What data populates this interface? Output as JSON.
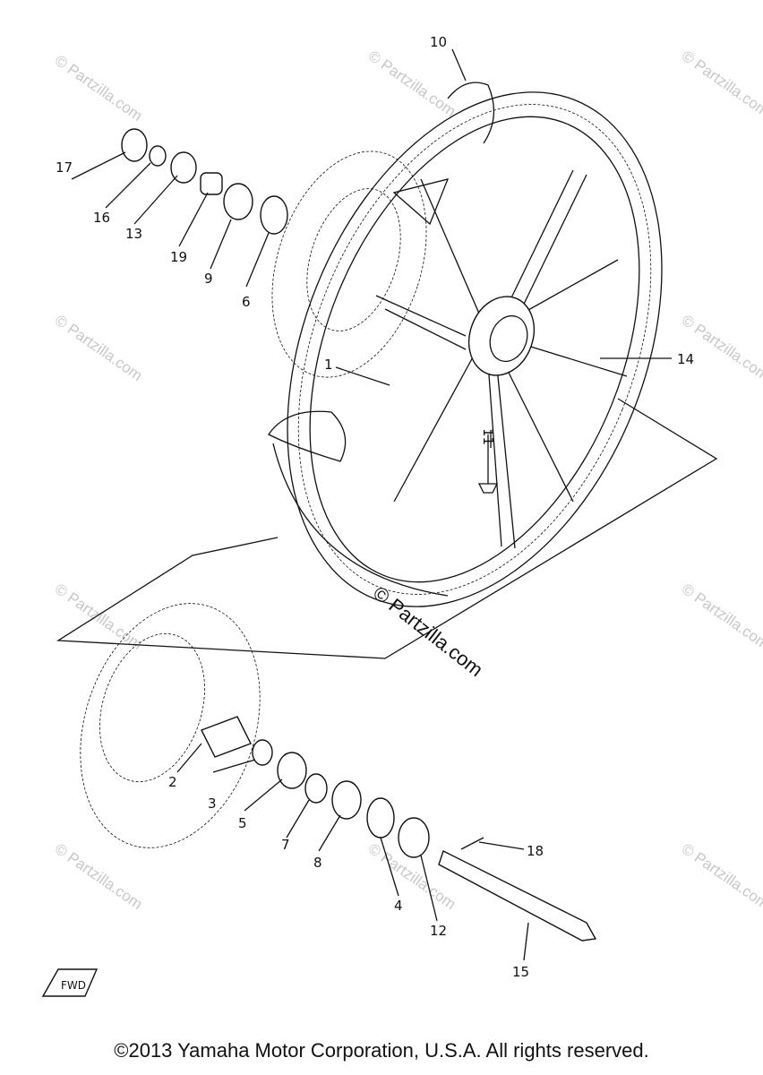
{
  "diagram": {
    "watermark": "© Partzilla.com",
    "center_watermark": "© Partzilla.com",
    "fwd_label": "FWD",
    "callouts": [
      "1",
      "2",
      "3",
      "4",
      "5",
      "6",
      "7",
      "8",
      "9",
      "10",
      "11",
      "12",
      "13",
      "14",
      "15",
      "16",
      "17",
      "18",
      "19"
    ]
  },
  "footer": {
    "copyright": "©2013 Yamaha Motor Corporation, U.S.A. All rights reserved."
  },
  "colors": {
    "line": "#111111",
    "watermark": "#c8c8c8"
  }
}
